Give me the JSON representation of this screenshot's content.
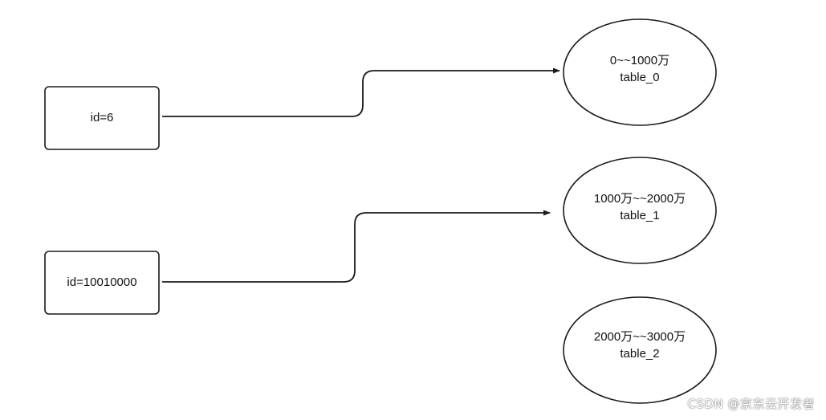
{
  "diagram": {
    "sources": [
      {
        "id": "src-1",
        "label": "id=6"
      },
      {
        "id": "src-2",
        "label": "id=10010000"
      }
    ],
    "targets": [
      {
        "id": "tbl-0",
        "line1": "0~~1000万",
        "line2": "table_0"
      },
      {
        "id": "tbl-1",
        "line1": "1000万~~2000万",
        "line2": "table_1"
      },
      {
        "id": "tbl-2",
        "line1": "2000万~~3000万",
        "line2": "table_2"
      }
    ],
    "edges": [
      {
        "from": "src-1",
        "to": "tbl-0"
      },
      {
        "from": "src-2",
        "to": "tbl-1"
      }
    ],
    "colors": {
      "stroke": "#1a1a1a",
      "text": "#111111",
      "background": "#ffffff"
    }
  },
  "watermark": "CSDN @京东云开发者"
}
